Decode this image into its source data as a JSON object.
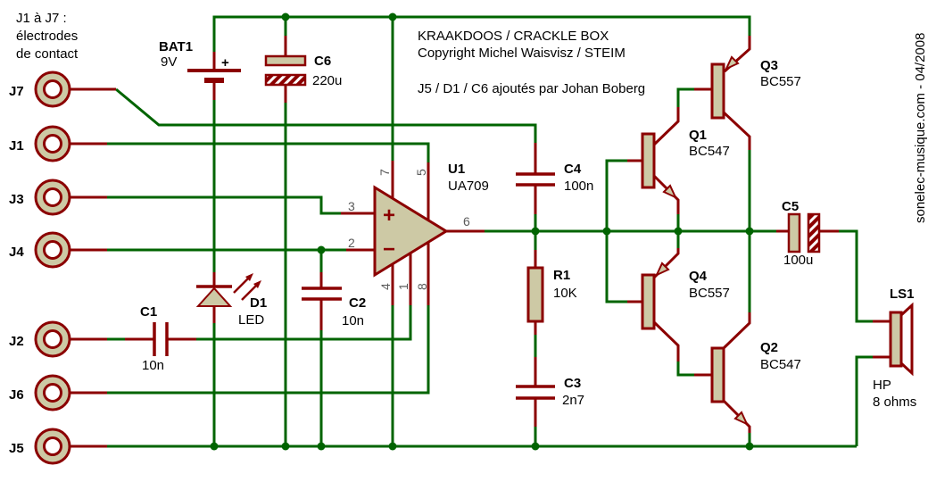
{
  "colors": {
    "wire": "#006400",
    "component": "#8B0000",
    "fill": "#CDC9A5",
    "text": "#000000",
    "pin_text": "#5a5a5a",
    "background": "#FFFFFF"
  },
  "note": {
    "l1": "J1 à J7 :",
    "l2": "électrodes",
    "l3": "de contact"
  },
  "title": {
    "l1": "KRAAKDOOS / CRACKLE BOX",
    "l2": "Copyright Michel Waisvisz / STEIM",
    "l3": "J5 / D1 / C6 ajoutés par Johan Boberg"
  },
  "watermark": "sonelec-musique.com - 04/2008",
  "electrodes": {
    "j7": "J7",
    "j1": "J1",
    "j3": "J3",
    "j4": "J4",
    "j2": "J2",
    "j6": "J6",
    "j5": "J5"
  },
  "bat1": {
    "ref": "BAT1",
    "value": "9V",
    "plus": "+"
  },
  "c6": {
    "ref": "C6",
    "value": "220u"
  },
  "c1": {
    "ref": "C1",
    "value": "10n"
  },
  "d1": {
    "ref": "D1",
    "value": "LED"
  },
  "c2": {
    "ref": "C2",
    "value": "10n"
  },
  "u1": {
    "ref": "U1",
    "value": "UA709",
    "plus": "+",
    "minus": "−",
    "pin2": "2",
    "pin3": "3",
    "pin6": "6",
    "pin7": "7",
    "pin5": "5",
    "pin4": "4",
    "pin1": "1",
    "pin8": "8"
  },
  "c4": {
    "ref": "C4",
    "value": "100n"
  },
  "r1": {
    "ref": "R1",
    "value": "10K"
  },
  "c3": {
    "ref": "C3",
    "value": "2n7"
  },
  "q1": {
    "ref": "Q1",
    "value": "BC547"
  },
  "q2": {
    "ref": "Q2",
    "value": "BC547"
  },
  "q3": {
    "ref": "Q3",
    "value": "BC557"
  },
  "q4": {
    "ref": "Q4",
    "value": "BC557"
  },
  "c5": {
    "ref": "C5",
    "value": "100u"
  },
  "ls1": {
    "ref": "LS1",
    "type": "HP",
    "impedance": "8 ohms"
  }
}
